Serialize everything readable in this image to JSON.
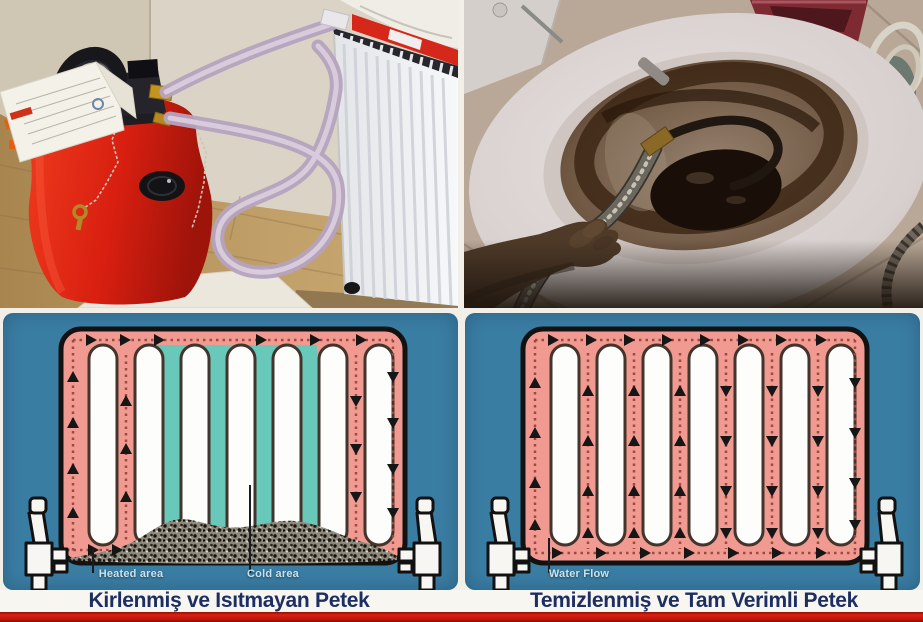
{
  "colors": {
    "gutter_white": "#f2efe9",
    "panel_blue": "#3a7da3",
    "radiator_pink": "#f19a91",
    "cold_teal": "#68c8ba",
    "flow_dash_red": "#9c4a40",
    "arrow_black": "#161616",
    "diagram_label_blue": "#c8e2ee",
    "caption_navy": "#1d2e63",
    "caption_bg": "#f8f6f1",
    "bottom_bar_red": "#c01407",
    "machine_red": "#d82515",
    "hose_lilac": "#c3b1cb"
  },
  "diagrams": {
    "dirty": {
      "caption": "Kirlenmiş ve Isıtmayan Petek",
      "labels": {
        "heated_area": "Heated area",
        "cold_area": "Cold area"
      }
    },
    "clean": {
      "caption": "Temizlenmiş ve Tam Verimli Petek",
      "labels": {
        "water_flow": "Water Flow"
      }
    }
  }
}
